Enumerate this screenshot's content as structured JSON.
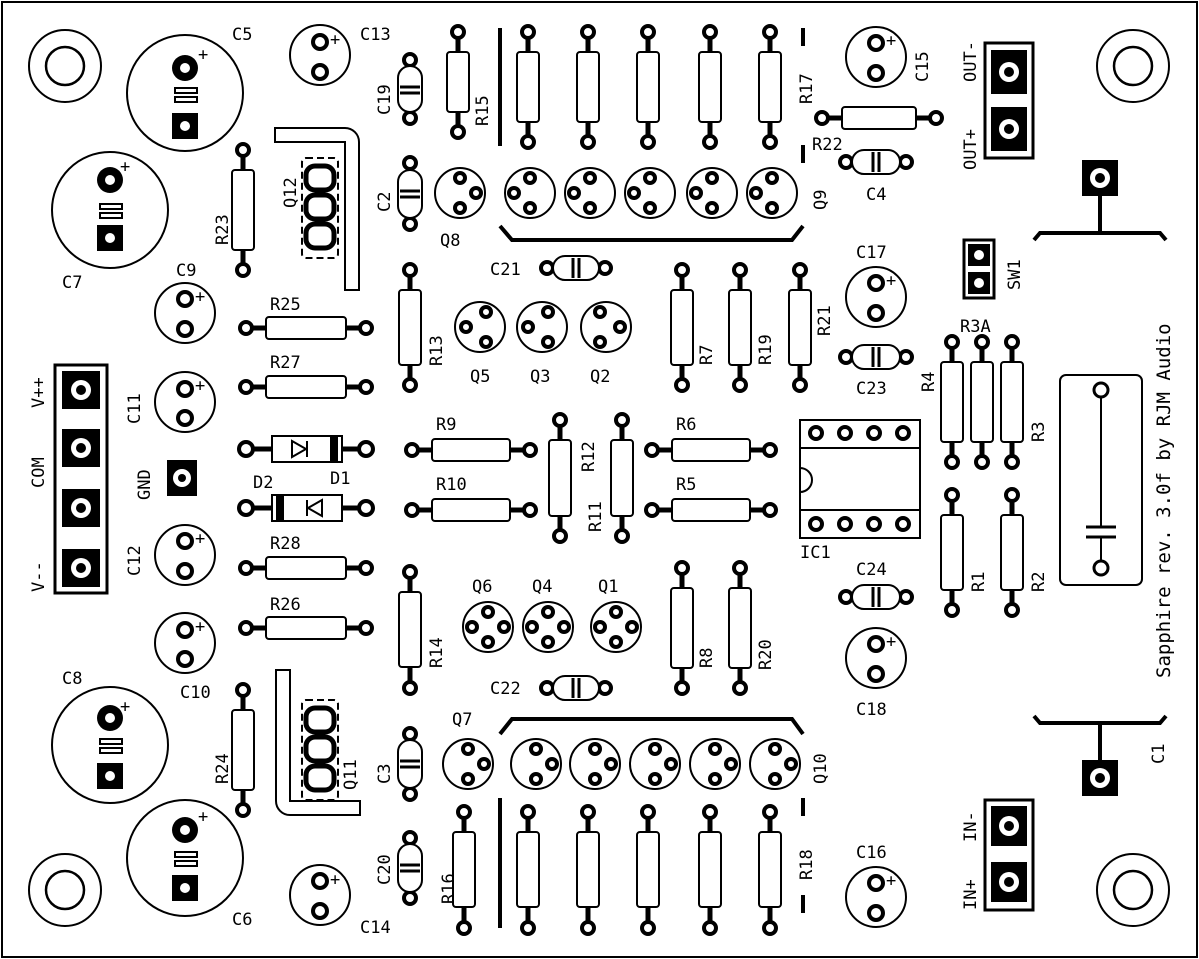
{
  "board": {
    "title": "Sapphire rev. 3.0f by RJM Audio"
  },
  "connectors": {
    "power": [
      "V++",
      "COM",
      "V--"
    ],
    "ground": "GND",
    "output_minus": "OUT-",
    "output_plus": "OUT+",
    "input_minus": "IN-",
    "input_plus": "IN+",
    "switch": "SW1"
  },
  "labels": {
    "C1": "C1",
    "C2": "C2",
    "C3": "C3",
    "C4": "C4",
    "C5": "C5",
    "C6": "C6",
    "C7": "C7",
    "C8": "C8",
    "C9": "C9",
    "C10": "C10",
    "C11": "C11",
    "C12": "C12",
    "C13": "C13",
    "C14": "C14",
    "C15": "C15",
    "C16": "C16",
    "C17": "C17",
    "C18": "C18",
    "C19": "C19",
    "C20": "C20",
    "C21": "C21",
    "C22": "C22",
    "C23": "C23",
    "C24": "C24",
    "R1": "R1",
    "R2": "R2",
    "R3": "R3",
    "R3A": "R3A",
    "R4": "R4",
    "R5": "R5",
    "R6": "R6",
    "R7": "R7",
    "R8": "R8",
    "R9": "R9",
    "R10": "R10",
    "R11": "R11",
    "R12": "R12",
    "R13": "R13",
    "R14": "R14",
    "R15": "R15",
    "R16": "R16",
    "R17": "R17",
    "R18": "R18",
    "R19": "R19",
    "R20": "R20",
    "R21": "R21",
    "R22": "R22",
    "R23": "R23",
    "R24": "R24",
    "R25": "R25",
    "R26": "R26",
    "R27": "R27",
    "R28": "R28",
    "Q1": "Q1",
    "Q2": "Q2",
    "Q3": "Q3",
    "Q4": "Q4",
    "Q5": "Q5",
    "Q6": "Q6",
    "Q7": "Q7",
    "Q8": "Q8",
    "Q9": "Q9",
    "Q10": "Q10",
    "Q11": "Q11",
    "Q12": "Q12",
    "D1": "D1",
    "D2": "D2",
    "IC1": "IC1"
  }
}
